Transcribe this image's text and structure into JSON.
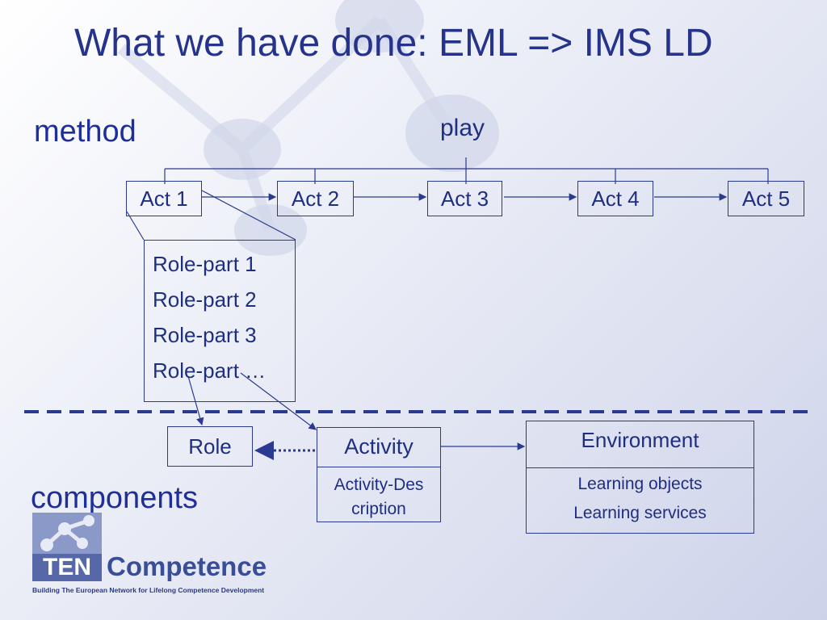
{
  "title": "What we have done: EML => IMS LD",
  "labels": {
    "method": "method",
    "components": "components",
    "play": "play"
  },
  "acts": [
    "Act 1",
    "Act 2",
    "Act 3",
    "Act 4",
    "Act 5"
  ],
  "role_parts": [
    "Role-part 1",
    "Role-part 2",
    "Role-part 3",
    "Role-part …"
  ],
  "components": {
    "role": "Role",
    "activity": "Activity",
    "activity_description": "Activity-Description",
    "environment": "Environment",
    "environment_items": [
      "Learning objects",
      "Learning services"
    ]
  },
  "logo": {
    "ten": "TEN",
    "competence": "Competence",
    "tagline": "Building The European Network for Lifelong Competence Development"
  },
  "colors": {
    "accent": "#1f2f9a",
    "lines": "#2a3a90"
  }
}
